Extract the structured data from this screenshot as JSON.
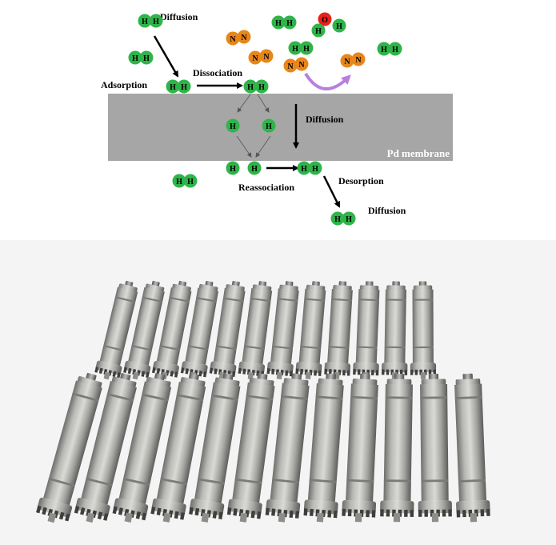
{
  "diagram": {
    "membrane_label": "Pd membrane",
    "labels": {
      "diffusion_top": "Diffusion",
      "adsorption": "Adsorption",
      "dissociation": "Dissociation",
      "diffusion_mid": "Diffusion",
      "reassociation": "Reassociation",
      "desorption": "Desorption",
      "diffusion_bottom": "Diffusion"
    },
    "atoms": {
      "hydrogen": "H",
      "nitrogen": "N",
      "oxygen": "O"
    },
    "colors": {
      "hydrogen": "#2fb44a",
      "nitrogen": "#e8861a",
      "oxygen": "#e8211d",
      "membrane": "#a6a6a6",
      "arrow": "#000000",
      "reflect_arrow": "#b77fe0"
    }
  },
  "photo": {
    "subject": "palladium-membrane-modules",
    "rows": 2,
    "modules_per_row": 12,
    "background": "#f4f4f4",
    "metal_color": "#a8a8a6"
  }
}
